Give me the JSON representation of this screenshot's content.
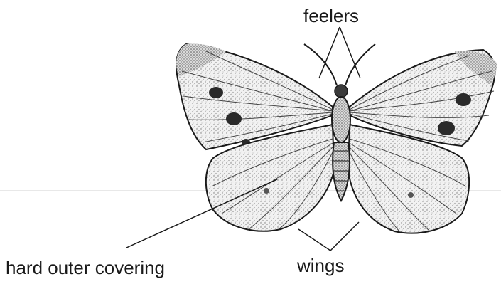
{
  "labels": {
    "feelers": "feelers",
    "wings": "wings",
    "covering": "hard outer covering"
  },
  "colors": {
    "ink": "#1a1a1a",
    "shade": "#6a6a6a",
    "wing_fill": "#e6e6e6",
    "dark_patch": "#2a2a2a",
    "background": "#ffffff"
  }
}
